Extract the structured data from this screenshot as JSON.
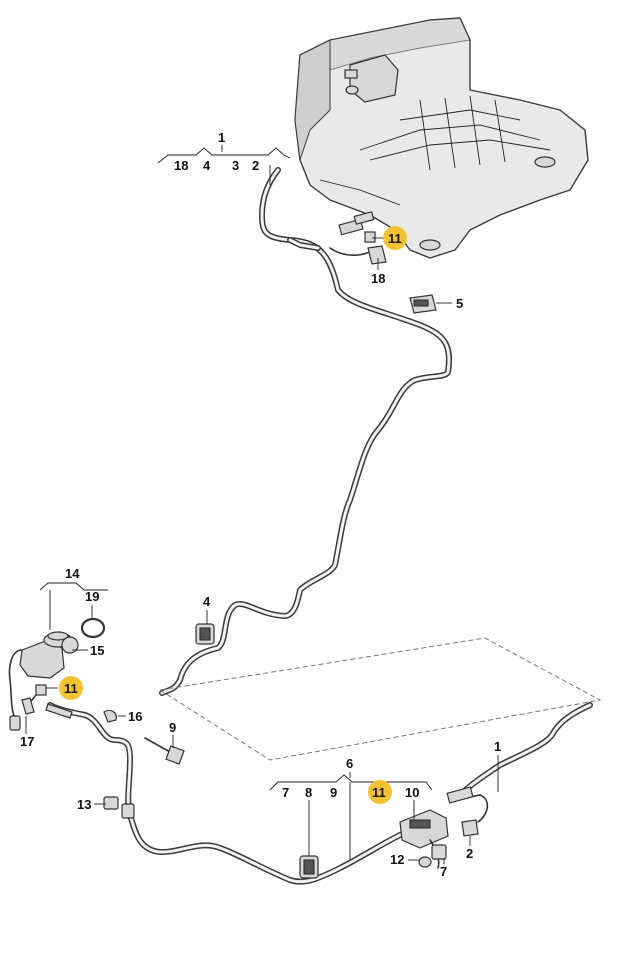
{
  "callouts": {
    "c1_top": "1",
    "c18_top_group": "18",
    "c4_top_group": "4",
    "c3_top_group": "3",
    "c2_top_group": "2",
    "c11_top": "11",
    "c18_right": "18",
    "c5": "5",
    "c14": "14",
    "c19": "19",
    "c15": "15",
    "c11_left": "11",
    "c17": "17",
    "c16": "16",
    "c4_mid": "4",
    "c9_mid": "9",
    "c13": "13",
    "c6": "6",
    "c7_group": "7",
    "c8_group": "8",
    "c9_group": "9",
    "c11_group": "11",
    "c10_group": "10",
    "c1_right": "1",
    "c2_right": "2",
    "c12": "12",
    "c7_right": "7"
  },
  "colors": {
    "highlight": "#f2c230",
    "line": "#333333",
    "part_fill": "#d8d8d8"
  }
}
